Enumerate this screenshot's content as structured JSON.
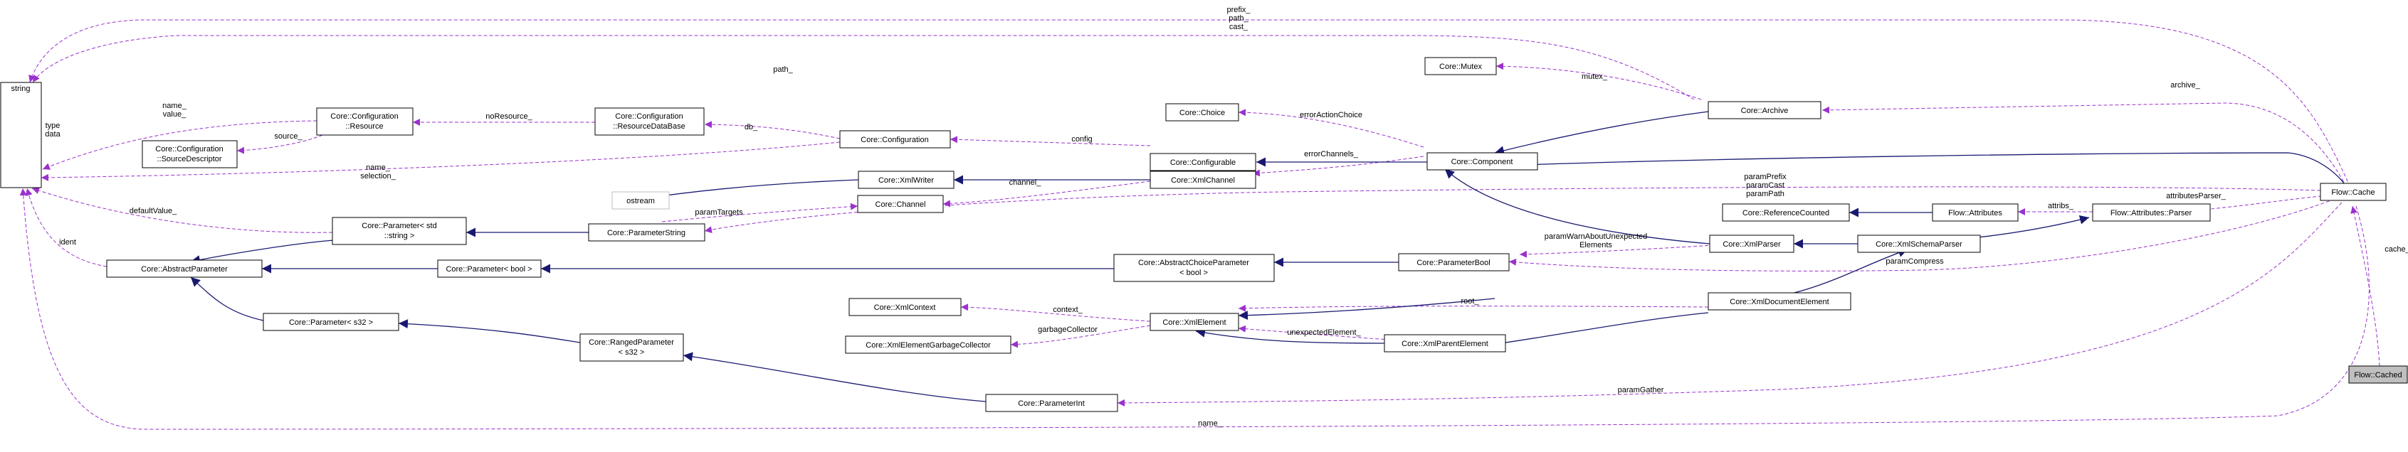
{
  "nodes": {
    "string": "string",
    "type_data": [
      "type",
      "data"
    ],
    "cfg_resource": [
      "Core::Configuration",
      "::Resource"
    ],
    "cfg_source": [
      "Core::Configuration",
      "::SourceDescriptor"
    ],
    "cfg_rdb": [
      "Core::Configuration",
      "::ResourceDataBase"
    ],
    "configuration": "Core::Configuration",
    "configurable": "Core::Configurable",
    "choice": "Core::Choice",
    "mutex": "Core::Mutex",
    "archive": "Core::Archive",
    "component": "Core::Component",
    "ostream": "ostream",
    "xmlwriter": "Core::XmlWriter",
    "xmlchannel": "Core::XmlChannel",
    "channel": "Core::Channel",
    "param_std_string": [
      "Core::Parameter< std",
      "::string >"
    ],
    "param_string": "Core::ParameterString",
    "refcounted": "Core::ReferenceCounted",
    "flow_attributes": "Flow::Attributes",
    "flow_attr_parser": "Flow::Attributes::Parser",
    "flow_cache": "Flow::Cache",
    "abstract_param": "Core::AbstractParameter",
    "param_bool": "Core::Parameter< bool >",
    "abstract_choice": [
      "Core::AbstractChoiceParameter",
      "< bool >"
    ],
    "parameter_bool": "Core::ParameterBool",
    "xmlparser": "Core::XmlParser",
    "xmlschemaparser": "Core::XmlSchemaParser",
    "xmlcontext": "Core::XmlContext",
    "xmlelement": "Core::XmlElement",
    "xmldocelement": "Core::XmlDocumentElement",
    "xml_gc": "Core::XmlElementGarbageCollector",
    "xmlparentelement": "Core::XmlParentElement",
    "param_s32": "Core::Parameter< s32 >",
    "ranged_param": [
      "Core::RangedParameter",
      "< s32 >"
    ],
    "param_int": "Core::ParameterInt",
    "flow_cached": "Flow::Cached"
  },
  "edge_labels": {
    "prefix_path_cast": [
      "prefix_",
      "path_",
      "cast_"
    ],
    "path": "path_",
    "mutex": "mutex_",
    "archive": "archive_",
    "name_value": [
      "name_",
      "value_"
    ],
    "source": "source_",
    "noResource": "noResource_",
    "db": "db_",
    "name_selection": [
      "name_",
      "selection_"
    ],
    "errorActionChoice": "errorActionChoice",
    "config": "config",
    "errorChannels": "errorChannels_",
    "paramPrefix": [
      "paramPrefix",
      "paramCast",
      "paramPath"
    ],
    "attributesParser": "attributesParser_",
    "channel": "channel_",
    "paramTargets": "paramTargets",
    "defaultValue": "defaultValue_",
    "attribs": "attribs_",
    "cache": "cache_",
    "ident": "ident",
    "paramWarn": [
      "paramWarnAboutUnexpected",
      "Elements"
    ],
    "paramCompress": "paramCompress",
    "root": "root_",
    "context": "context_",
    "garbageCollector": "garbageCollector",
    "unexpectedElement": "unexpectedElement_",
    "paramGather": "paramGather",
    "name": "name_"
  },
  "colors": {
    "inheritance": "#191970",
    "usage": "#9a32cd",
    "focus_fill": "#bfbfbf",
    "grey_border": "#bfbfbf"
  }
}
